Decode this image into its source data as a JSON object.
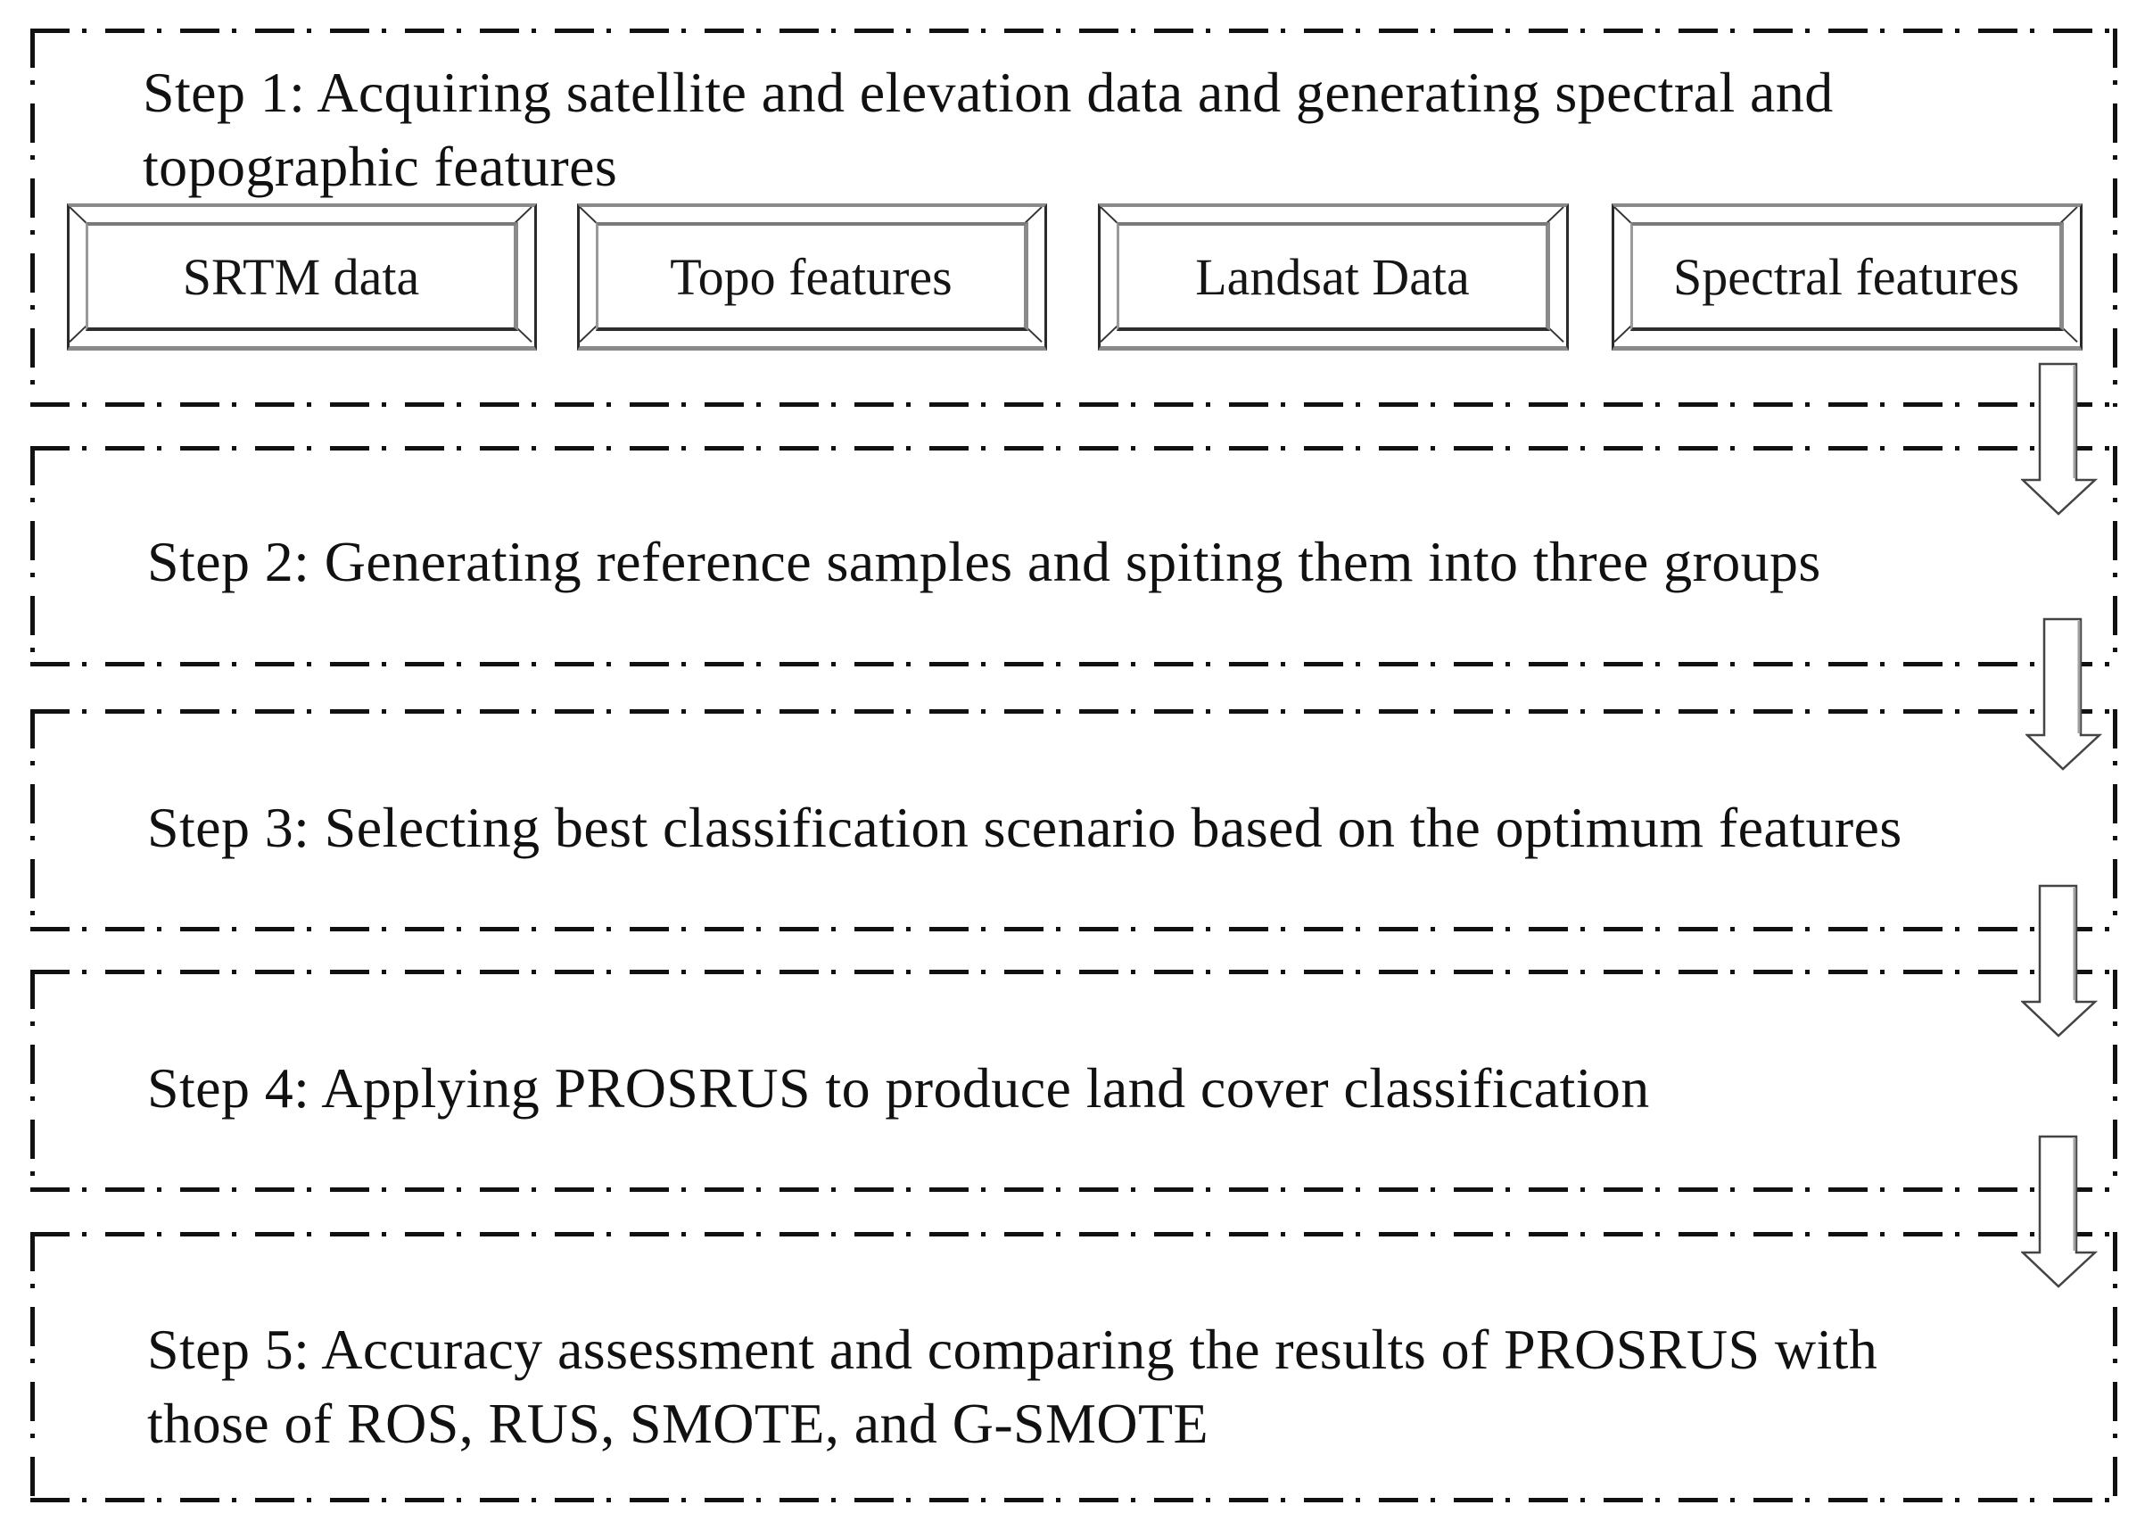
{
  "diagram": {
    "type": "flowchart",
    "direction": "top-to-bottom",
    "steps": [
      {
        "id": "step1",
        "label": "Step 1: Acquiring satellite and elevation data and generating spectral and",
        "label_line2": "topographic features",
        "boxes": [
          {
            "label": "SRTM data"
          },
          {
            "label": "Topo features"
          },
          {
            "label": "Landsat Data"
          },
          {
            "label": "Spectral features"
          }
        ]
      },
      {
        "id": "step2",
        "label": "Step 2: Generating reference samples and spiting them into three groups"
      },
      {
        "id": "step3",
        "label": "Step 3: Selecting best classification scenario based on the optimum features"
      },
      {
        "id": "step4",
        "label": "Step 4: Applying PROSRUS to produce land cover classification"
      },
      {
        "id": "step5",
        "label": "Step 5: Accuracy assessment and comparing the results of PROSRUS with",
        "label_line2": "those of ROS, RUS, SMOTE, and G-SMOTE"
      }
    ],
    "arrows": [
      {
        "from": "step1",
        "to": "step2",
        "icon": "down-arrow-icon"
      },
      {
        "from": "step2",
        "to": "step3",
        "icon": "down-arrow-icon"
      },
      {
        "from": "step3",
        "to": "step4",
        "icon": "down-arrow-icon"
      },
      {
        "from": "step4",
        "to": "step5",
        "icon": "down-arrow-icon"
      }
    ],
    "colors": {
      "line": "#111111",
      "bevel_light": "#8a8a8a",
      "background": "#ffffff"
    }
  }
}
